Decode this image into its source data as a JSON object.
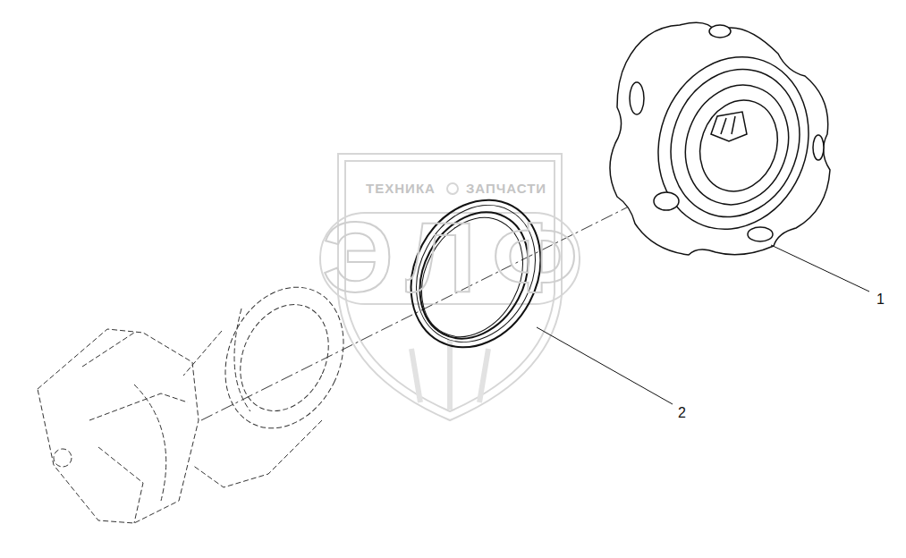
{
  "diagram": {
    "labels": [
      "1",
      "2",
      "ТЕХНИКА",
      "ЗАПЧАСТИ",
      "ЭЛФ"
    ]
  }
}
